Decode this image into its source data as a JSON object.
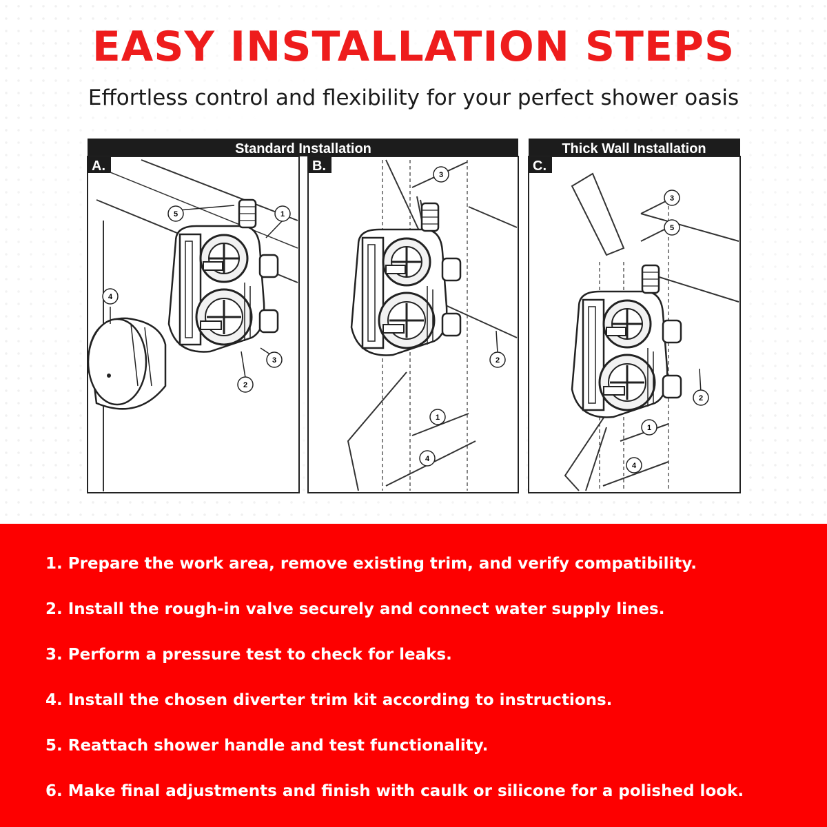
{
  "header": {
    "title": "EASY INSTALLATION STEPS",
    "subtitle": "Effortless control and flexibility for your perfect shower oasis"
  },
  "diagram": {
    "standard_header": "Standard Installation",
    "thick_header": "Thick Wall Installation",
    "panel_a_label": "A.",
    "panel_b_label": "B.",
    "panel_c_label": "C.",
    "callouts": [
      "1",
      "2",
      "3",
      "4",
      "5"
    ]
  },
  "steps": [
    "1. Prepare the work area, remove existing trim, and verify compatibility.",
    "2. Install the rough-in valve securely and connect water supply lines.",
    "3. Perform a pressure test to check for leaks.",
    "4. Install the chosen diverter trim kit according to instructions.",
    "5. Reattach shower handle and test functionality.",
    "6. Make final adjustments and finish with caulk or silicone for a polished look."
  ],
  "colors": {
    "accent": "#ee1c1c",
    "panel": "#fd0000",
    "text": "#1a1a1a"
  }
}
